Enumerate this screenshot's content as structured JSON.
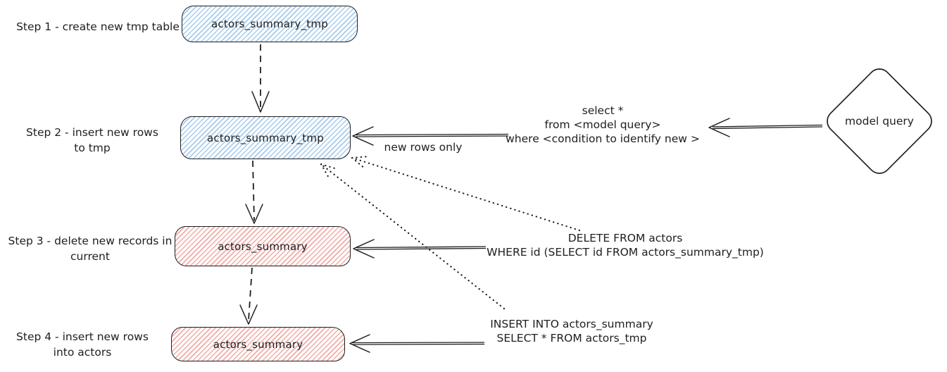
{
  "colors": {
    "stroke": "#1e1e1e",
    "blue_hatch": "#a5cbec",
    "red_hatch": "#f3aaa4"
  },
  "steps": [
    {
      "label": [
        "Step 1 - create new tmp table"
      ],
      "node": "actors_summary_tmp",
      "node_color": "blue"
    },
    {
      "label": [
        "Step 2 - insert new rows",
        "to tmp"
      ],
      "node": "actors_summary_tmp",
      "node_color": "blue"
    },
    {
      "label": [
        "Step 3 - delete new records in",
        "current"
      ],
      "node": "actors_summary",
      "node_color": "red"
    },
    {
      "label": [
        "Step 4 - insert new rows",
        "into actors"
      ],
      "node": "actors_summary",
      "node_color": "red"
    }
  ],
  "annotations": {
    "select_query": [
      "select *",
      "from <model query>",
      "where <condition to identify new >"
    ],
    "new_rows_label": "new rows only",
    "delete_query": [
      "DELETE FROM actors",
      "WHERE id (SELECT id FROM actors_summary_tmp)"
    ],
    "insert_query": [
      "INSERT INTO actors_summary",
      "SELECT * FROM actors_tmp"
    ]
  },
  "model_query": {
    "label": "model query"
  }
}
